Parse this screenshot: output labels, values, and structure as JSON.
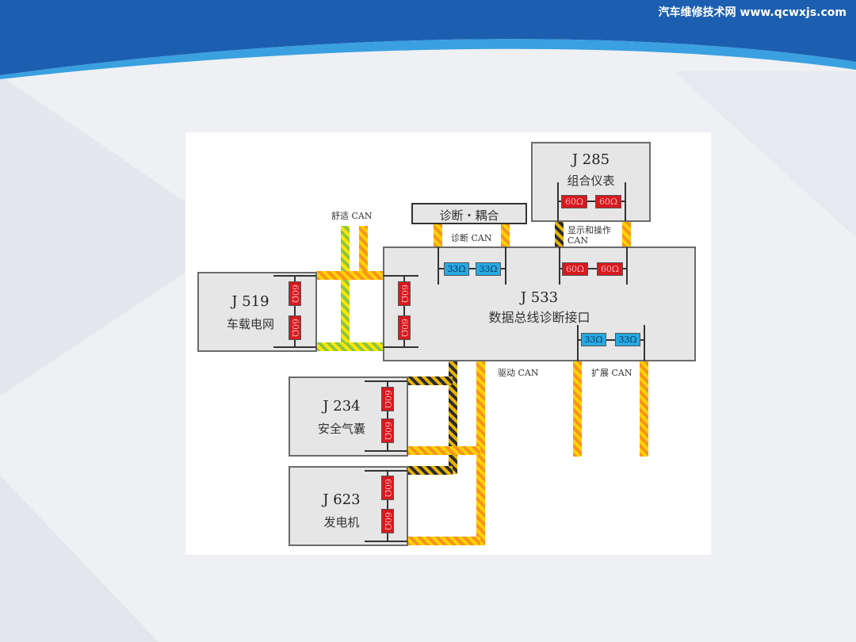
{
  "watermark": "汽车维修技术网 www.qcwxjs.com",
  "nodes": {
    "j285": {
      "id": "J 285",
      "name": "组合仪表"
    },
    "diag": {
      "name": "诊断・耦合"
    },
    "j533": {
      "id": "J 533",
      "name": "数据总线诊断接口"
    },
    "j519": {
      "id": "J 519",
      "name": "车载电网"
    },
    "j234": {
      "id": "J 234",
      "name": "安全气囊"
    },
    "j623": {
      "id": "J 623",
      "name": "发电机"
    }
  },
  "buses": {
    "comfort": "舒适 CAN",
    "diagnosis": "诊断 CAN",
    "display": "显示和操作",
    "display2": "CAN",
    "drive": "驱动 CAN",
    "extended": "扩展 CAN"
  },
  "resistors": {
    "r60": "60Ω",
    "r33": "33Ω"
  }
}
